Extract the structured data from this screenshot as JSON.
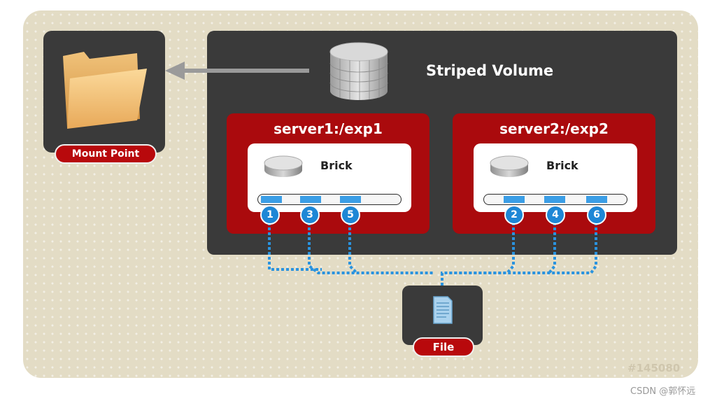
{
  "title": "Striped Volume",
  "mount_point": "Mount Point",
  "servers": [
    {
      "label": "server1:/exp1",
      "brick": "Brick",
      "stripes": [
        "1",
        "3",
        "5"
      ]
    },
    {
      "label": "server2:/exp2",
      "brick": "Brick",
      "stripes": [
        "2",
        "4",
        "6"
      ]
    }
  ],
  "file": "File",
  "figure_id": "#145080",
  "credit": "CSDN @郭怀远",
  "colors": {
    "background": "#e3dcc5",
    "dark_panel": "#3a3a3a",
    "server_red": "#aa0a0d",
    "accent_blue": "#1e87d6",
    "arrow_gray": "#9a9a9a"
  },
  "icons": [
    "folder-icon",
    "database-icon",
    "disk-icon",
    "document-icon",
    "arrow-left-icon"
  ]
}
